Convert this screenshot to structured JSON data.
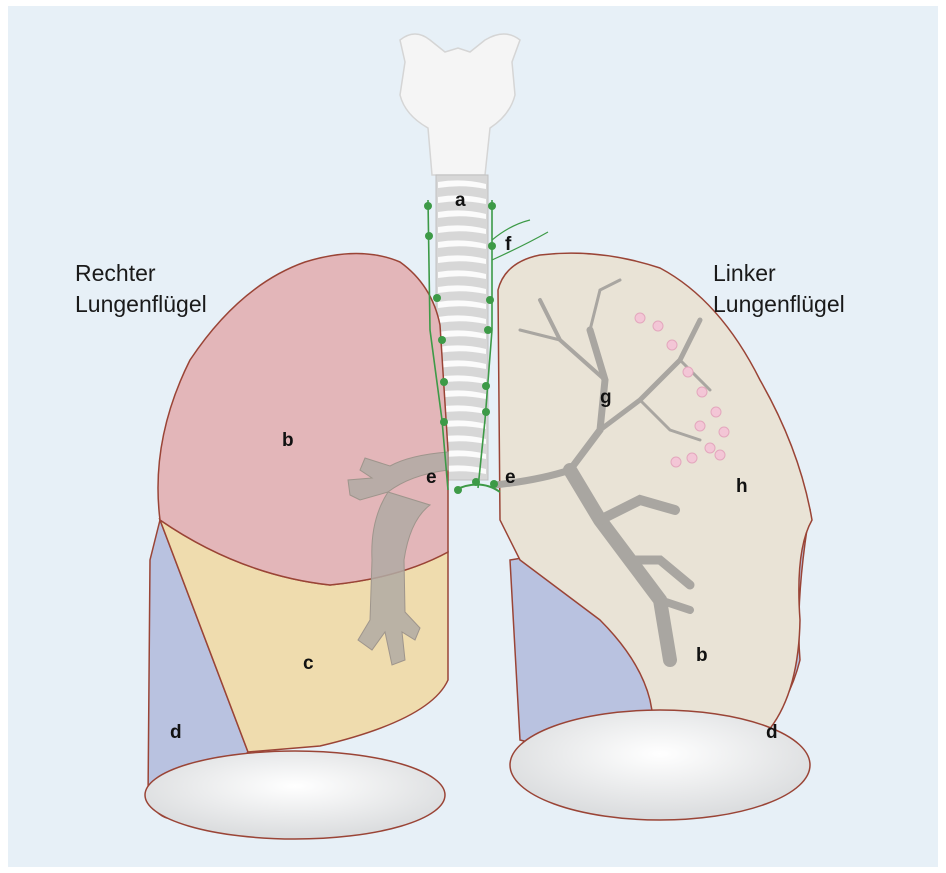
{
  "labels": {
    "right_lung_line1": "Rechter",
    "right_lung_line2": "Lungenflügel",
    "left_lung_line1": "Linker",
    "left_lung_line2": "Lungenflügel"
  },
  "letters": {
    "trachea": "a",
    "right_upper_lobe": "b",
    "right_middle_lobe": "c",
    "right_lower_lobe": "d",
    "right_hilum": "e",
    "left_hilum": "e",
    "lymph_vessels": "f",
    "bronchial_tree": "g",
    "alveoli": "h",
    "left_upper_lobe": "b",
    "left_lower_lobe": "d"
  },
  "colors": {
    "background": "#e7f0f7",
    "upper_lobe": "#e3b6b9",
    "middle_lobe": "#efdcae",
    "lower_lobe": "#b9c2e0",
    "left_lung": "#e9e3d6",
    "outline": "#9a4436",
    "lymph": "#3d9a47",
    "alveoli": "#f3c6d6",
    "bronchi": "#a9a6a1"
  }
}
